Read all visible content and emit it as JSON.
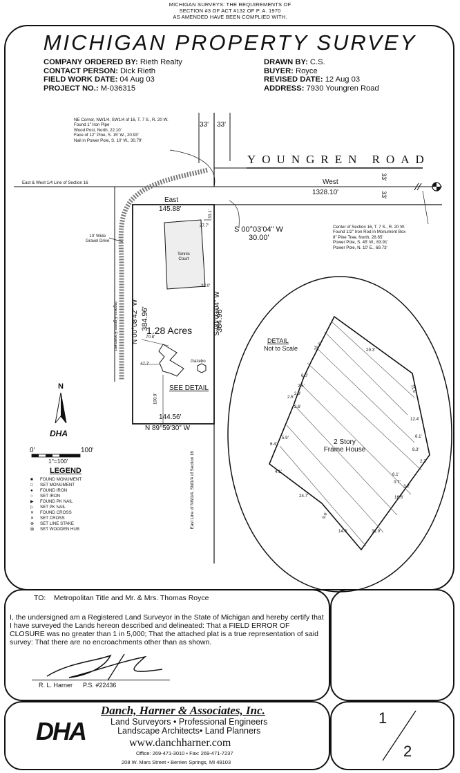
{
  "header_note": [
    "MICHIGAN SURVEYS: THE REQUIREMENTS OF",
    "SECTION #3 OF ACT #132 OF P. A. 1970",
    "AS AMENDED HAVE BEEN COMPLIED WITH."
  ],
  "title": "MICHIGAN PROPERTY SURVEY",
  "info_left": [
    {
      "label": "COMPANY ORDERED BY:",
      "value": "Rieth Realty"
    },
    {
      "label": "CONTACT PERSON:",
      "value": "Dick Rieth"
    },
    {
      "label": "FIELD WORK DATE:",
      "value": "04 Aug 03"
    },
    {
      "label": "PROJECT NO.:",
      "value": "M-036315"
    }
  ],
  "info_right": [
    {
      "label": "DRAWN BY:",
      "value": "C.S."
    },
    {
      "label": "BUYER:",
      "value": "Royce"
    },
    {
      "label": "REVISED DATE:",
      "value": "12 Aug 03"
    },
    {
      "label": "ADDRESS:",
      "value": "7930 Youngren Road"
    }
  ],
  "plat": {
    "ne_corner_note": [
      "NE Corner, NW1/4, SW1/4 of 16, T. 7 S., R. 20 W.",
      "Found 1\" Iron Pipe",
      "Wood Post, North, 22.10'",
      "Face of 12\" Pine, S. 15' W., 20.93'",
      "Nail in Power Pole, S. 10' W., 30.79'"
    ],
    "dim_33_a": "33'",
    "dim_33_b": "33'",
    "road_name": "YOUNGREN ROAD",
    "section_line_label": "East & West 1/4 Line of Section 16",
    "west_label": "West",
    "west_dist": "1328.10'",
    "dim_33_c": "33'",
    "dim_33_d": "33'",
    "east_label": "East",
    "north_dist": "145.88'",
    "dim_33_1": "33.1'",
    "dim_27_7": "27.7'",
    "bearing_east": "S 00°03'04\" W",
    "bearing_east_dist": "30.00'",
    "center_note": [
      "Center of Section 16, T. 7 S., R. 20 W.",
      "Found 1/2\" Iron Rod in Monument Box",
      "8\" Pine Tree, North, 28.65'",
      "Power Pole, S. 45' W., 63.91'",
      "Power Pole, N. 10' E., 69.73'"
    ],
    "gravel_drive": [
      "10' Wide",
      "Gravel Drive"
    ],
    "tennis": [
      "Tennis",
      "Court"
    ],
    "dim_22_0": "22.0'",
    "west_bearing": "N 00°08'42\" W",
    "west_dist_side": "384.96'",
    "east_bearing_side": "S 00°03'04\" W",
    "east_dist_side": "384.98'",
    "easement": "Ingress-Egress Easement",
    "acres": "1.28 Acres",
    "dim_70_8": "70.8'",
    "dim_47_7": "47.7'",
    "gazebo": "Gazebo",
    "see_detail": "SEE DETAIL",
    "dim_100_9": "100.9'",
    "south_dist": "144.56'",
    "south_bearing": "N 89°59'30\" W",
    "east_line_label": "East Line of NW1/4, SW1/4 of Section 16",
    "north_label": "N",
    "dha_small": "DHA",
    "scale_0": "0'",
    "scale_100": "100'",
    "scale_ratio": "1\"=100'"
  },
  "detail": {
    "title": "DETAIL",
    "subtitle": "Not to Scale",
    "house": [
      "2 Story",
      "Frame House"
    ],
    "dims": [
      "22.2'",
      "29.3'",
      "6.0'",
      "11.5'",
      "2.5'",
      "2.5'",
      "2.8'",
      "2.6'",
      "12.4'",
      "5.9'",
      "6.4'",
      "6.1'",
      "4.1'",
      "2.3'",
      "8.3'",
      "6.1'",
      "0.7'",
      "3.2'",
      "16.6'",
      "24.7'",
      "9.6'",
      "14.4'",
      "31.9'"
    ]
  },
  "legend": {
    "title": "LEGEND",
    "items": [
      {
        "symbol": "■",
        "label": "FOUND MONUMENT"
      },
      {
        "symbol": "□",
        "label": "SET MONUMENT"
      },
      {
        "symbol": "●",
        "label": "FOUND IRON"
      },
      {
        "symbol": "○",
        "label": "SET IRON"
      },
      {
        "symbol": "▶",
        "label": "FOUND PK NAIL"
      },
      {
        "symbol": "▷",
        "label": "SET PK NAIL"
      },
      {
        "symbol": "✕",
        "label": "FOUND CROSS"
      },
      {
        "symbol": "✕",
        "label": "SET CROSS"
      },
      {
        "symbol": "⊗",
        "label": "SET LINE STAKE"
      },
      {
        "symbol": "⊠",
        "label": "SET WOODEN HUB"
      }
    ]
  },
  "certificate": {
    "to_label": "TO:",
    "to_value": "Metropolitan Title and Mr. & Mrs. Thomas Royce",
    "body": "I, the undersigned am a Registered Land Surveyor in the State of Michigan and hereby certify that I have surveyed the Lands hereon described and delineated: That a FIELD ERROR OF CLOSURE was no greater than 1 in 5,000; That the attached plat is a true representation of said survey: That there are no encroachments other than as shown.",
    "surveyor": "R. L. Harner",
    "ps": "P.S.  #22436"
  },
  "firm": {
    "name": "Danch, Harner & Associates, Inc.",
    "logo": "DHA",
    "lines": [
      "Land Surveyors • Professional Engineers",
      "Landscape Architects• Land Planners"
    ],
    "web": "www.danchharner.com",
    "phone": "Office: 269-471-3010  •  Fax: 269-471-7237",
    "address": "208 W. Mars Street  •  Berrien Springs, MI  49103"
  },
  "sheet": {
    "num": "1",
    "den": "2"
  }
}
